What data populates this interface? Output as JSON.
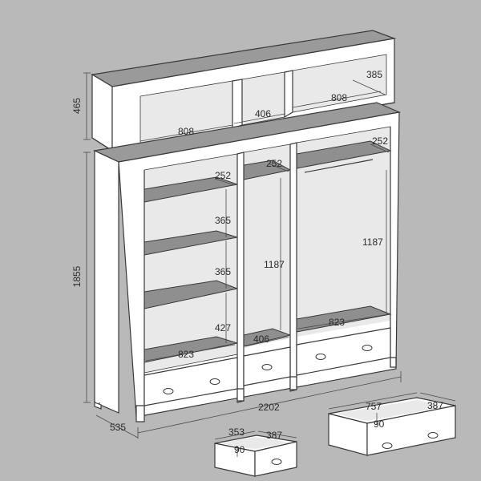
{
  "colors": {
    "background": "#b9b9b9",
    "panel": "#ffffff",
    "top_surface": "#9a9a9a",
    "shelf": "#8f8f8f",
    "outline": "#3a3a3a"
  },
  "dimensions": {
    "top_height": "465",
    "top_depth": "385",
    "top_left_width": "808",
    "top_middle_width": "406",
    "top_right_width": "808",
    "total_height": "1855",
    "total_width": "2202",
    "total_depth": "535",
    "left_shelf_depth": "252",
    "left_shelf_gap_1": "365",
    "left_shelf_gap_2": "365",
    "left_shelf_gap_3": "427",
    "left_section_width": "823",
    "middle_shelf_depth": "252",
    "middle_hanging_height": "1187",
    "middle_section_width": "406",
    "right_shelf_depth": "252",
    "right_hanging_height": "1187",
    "right_section_width": "823",
    "small_drawer_width": "353",
    "small_drawer_depth": "387",
    "small_drawer_height": "90",
    "large_drawer_width": "757",
    "large_drawer_depth": "387",
    "large_drawer_height": "90"
  }
}
